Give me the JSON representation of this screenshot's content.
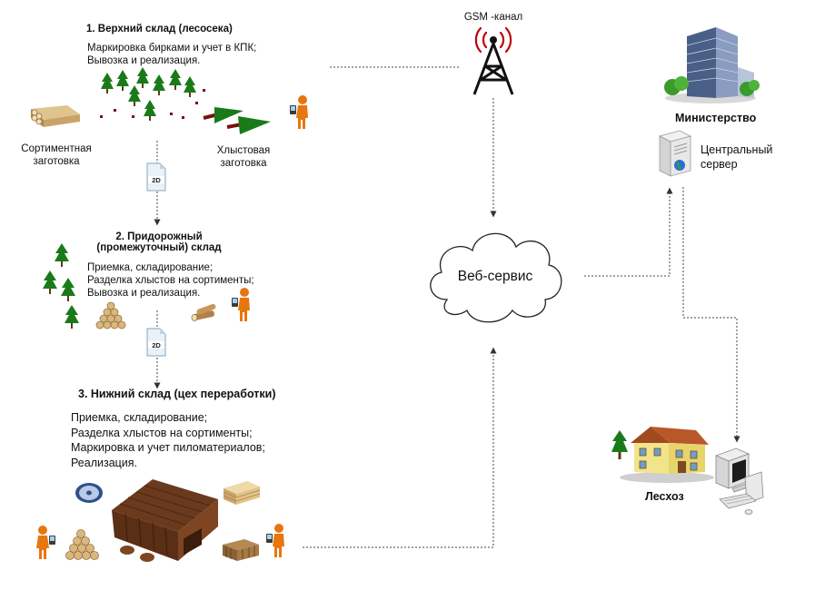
{
  "warehouse1": {
    "title": "1.  Верхний склад (лесосека)",
    "lines": [
      "Маркировка бирками и учет в КПК;",
      "Вывозка и реализация."
    ],
    "left_label": [
      "Сортиментная",
      "заготовка"
    ],
    "right_label": [
      "Хлыстовая",
      "заготовка"
    ]
  },
  "doc_badge_1": "2D",
  "warehouse2": {
    "title": [
      "2. Придорожный",
      "(промежуточный) склад"
    ],
    "lines": [
      "Приемка, складирование;",
      "Разделка хлыстов на сортименты;",
      "Вывозка и реализация."
    ]
  },
  "doc_badge_2": "2D",
  "warehouse3": {
    "title": "3. Нижний склад (цех переработки)",
    "lines": [
      "Приемка, складирование;",
      "Разделка хлыстов на сортименты;",
      "Маркировка и учет пиломатериалов;",
      "Реализация."
    ]
  },
  "gsm": {
    "label": "GSM -канал"
  },
  "web_service": {
    "label": "Веб-сервис"
  },
  "ministry": {
    "label": "Министерство"
  },
  "central_server": {
    "label": [
      "Центральный",
      "сервер"
    ]
  },
  "leskhoz": {
    "label": "Лесхоз"
  },
  "colors": {
    "tree": "#1a7a1a",
    "wood": "#c9a46a",
    "person": "#e8760f",
    "line": "#444444"
  }
}
